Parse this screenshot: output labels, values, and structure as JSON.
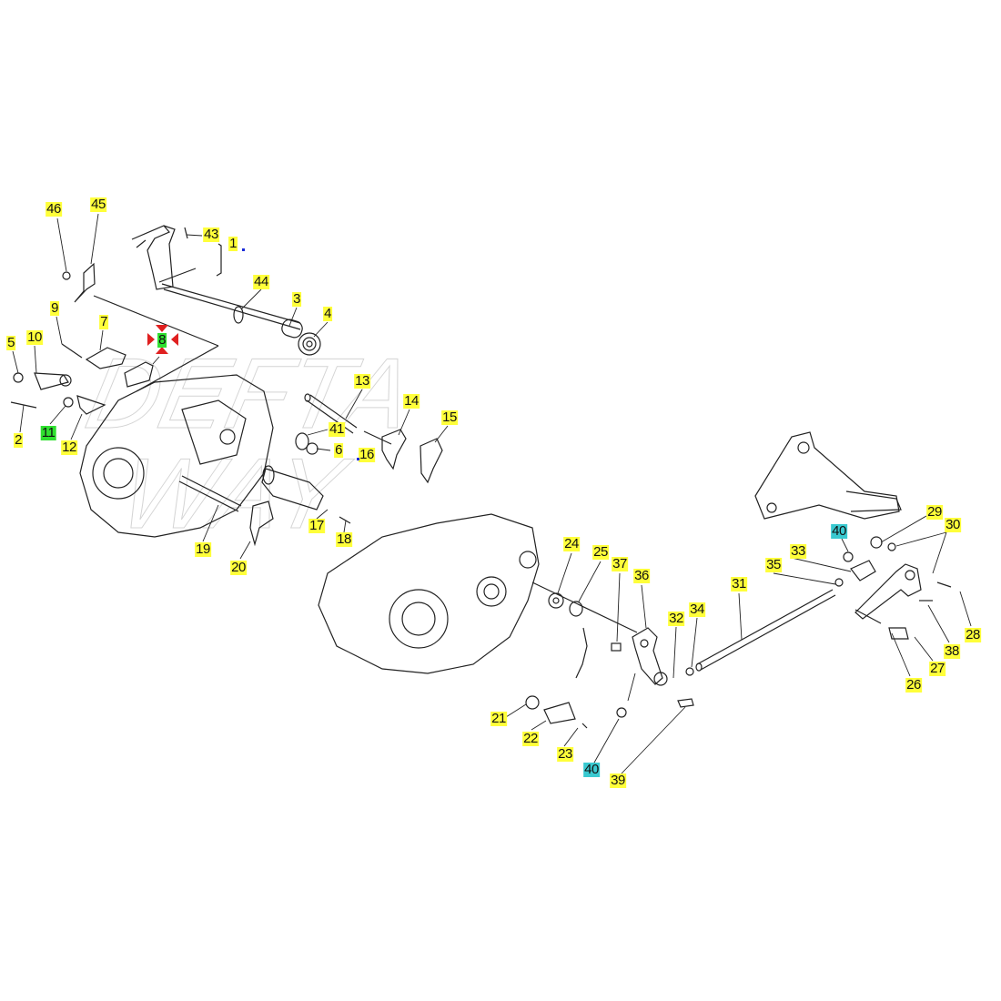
{
  "diagram": {
    "title": "",
    "watermark": "DEFTA WAY",
    "colors": {
      "highlight_yellow": "#ffff3a",
      "highlight_green": "#2fe02f",
      "highlight_cyan": "#39c9d0",
      "marker_red": "#e02020"
    },
    "labels": {
      "p46": "46",
      "p45": "45",
      "p43": "43",
      "p1": "1",
      "p44": "44",
      "p3": "3",
      "p4": "4",
      "p9": "9",
      "p7": "7",
      "p8": "8",
      "p5": "5",
      "p10": "10",
      "p13": "13",
      "p14": "14",
      "p15": "15",
      "p41": "41",
      "p6": "6",
      "p16": "16",
      "p11": "11",
      "p12": "12",
      "p2": "2",
      "p17": "17",
      "p18": "18",
      "p19": "19",
      "p20": "20",
      "p24": "24",
      "p25": "25",
      "p37": "37",
      "p36": "36",
      "p31": "31",
      "p33": "33",
      "p35": "35",
      "p32": "32",
      "p34": "34",
      "p29": "29",
      "p30": "30",
      "p40a": "40",
      "p28": "28",
      "p38": "38",
      "p27": "27",
      "p26": "26",
      "p21": "21",
      "p22": "22",
      "p23": "23",
      "p40b": "40",
      "p39": "39"
    }
  }
}
